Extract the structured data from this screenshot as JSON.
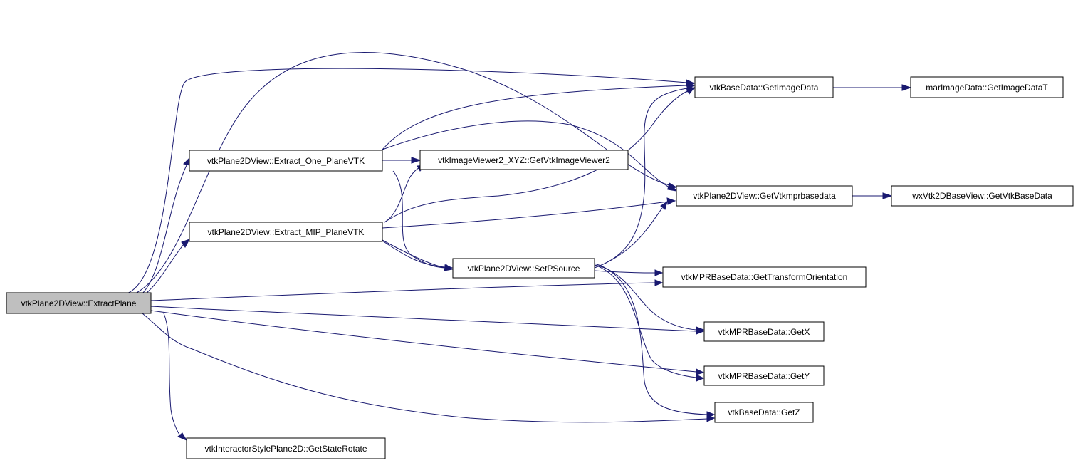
{
  "nodes": {
    "extract_plane": "vtkPlane2DView::ExtractPlane",
    "extract_one": "vtkPlane2DView::Extract_One_PlaneVTK",
    "extract_mip": "vtkPlane2DView::Extract_MIP_PlaneVTK",
    "get_state_rotate": "vtkInteractorStylePlane2D::GetStateRotate",
    "get_vtk_image_viewer2": "vtkImageViewer2_XYZ::GetVtkImageViewer2",
    "set_psource": "vtkPlane2DView::SetPSource",
    "get_image_data": "vtkBaseData::GetImageData",
    "get_vtkmprbasedata": "vtkPlane2DView::GetVtkmprbasedata",
    "get_transform_orientation": "vtkMPRBaseData::GetTransformOrientation",
    "get_x": "vtkMPRBaseData::GetX",
    "get_y": "vtkMPRBaseData::GetY",
    "get_z": "vtkBaseData::GetZ",
    "get_image_data_t": "marImageData::GetImageDataT",
    "get_vtk_base_data": "wxVtk2DBaseView::GetVtkBaseData"
  },
  "colors": {
    "edge": "#191970",
    "root_fill": "#bfbfbf",
    "node_fill": "#ffffff",
    "node_stroke": "#000000"
  }
}
